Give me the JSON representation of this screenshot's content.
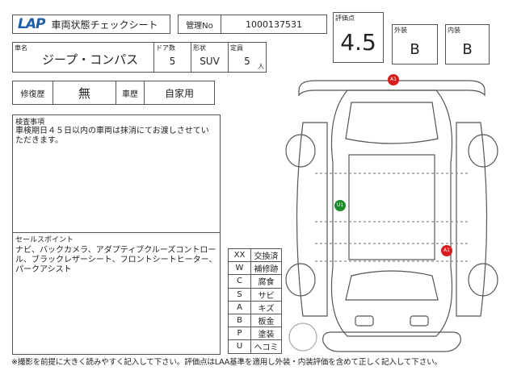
{
  "header": {
    "logo": "LAP",
    "title": "車両状態チェックシート",
    "mgmt_label": "管理No",
    "mgmt_no": "1000137531"
  },
  "score": {
    "label": "評価点",
    "value": "4.5",
    "exterior_label": "外装",
    "exterior": "B",
    "interior_label": "内装",
    "interior": "B"
  },
  "car": {
    "name_label": "車名",
    "name": "ジープ・コンパス",
    "doors_label": "ドア数",
    "doors": "5",
    "shape_label": "形状",
    "shape": "SUV",
    "capacity_label": "定員",
    "capacity": "5",
    "capacity_unit": "人"
  },
  "history": {
    "repair_label": "修復歴",
    "repair": "無",
    "usage_label": "車歴",
    "usage": "自家用"
  },
  "inspection": {
    "label": "検査事項",
    "text": "車検期日４５日以内の車両は抹消にてお渡しさせていただきます。"
  },
  "sales": {
    "label": "セールスポイント",
    "text": "ナビ、バックカメラ、アダプティブクルーズコントロール、ブラックレザーシート、フロントシートヒーター、パークアシスト"
  },
  "legend": [
    [
      "XX",
      "交換済"
    ],
    [
      "W",
      "補修跡"
    ],
    [
      "C",
      "腐食"
    ],
    [
      "S",
      "サビ"
    ],
    [
      "A",
      "キズ"
    ],
    [
      "B",
      "板金"
    ],
    [
      "P",
      "塗装"
    ],
    [
      "U",
      "ヘコミ"
    ]
  ],
  "markers": [
    {
      "code": "A1",
      "color": "#d81b1b"
    },
    {
      "code": "U1",
      "color": "#1a8a2a"
    },
    {
      "code": "A1",
      "color": "#d81b1b"
    }
  ],
  "footer": "※撮影を前提に大きく読みやすく記入して下さい。評価点はLAA基準を適用し外装・内装評価を含めて正しく記入して下さい。"
}
